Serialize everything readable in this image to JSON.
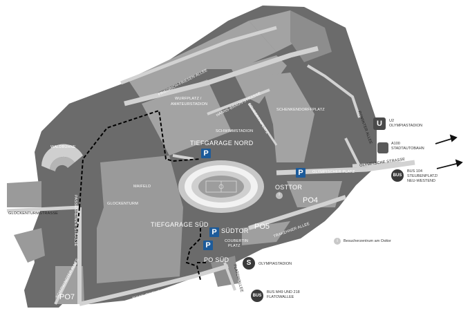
{
  "labels": {
    "friedrich_friesen": "FRIEDRICH-FRIESEN-ALLEE",
    "wurfplatz": "WURFPLATZ /",
    "amateurstadion": "AMATEURSTADION",
    "hanns_braun": "HANNS-BRAUN-STRASSE",
    "coubertin": "COUBERTINPLATZ",
    "schenkendorf": "SCHENKENDORFFPLATZ",
    "schwimmstadion": "SCHWIMMSTADION",
    "waldbuehne": "WALDBÜHNE",
    "maifeld": "MAIFELD",
    "glockenturm": "GLOCKENTURM",
    "glockenturmstrasse": "GLOCKENTURMSTRASSE",
    "passenheimer": "PASSENHEIMER STRASSE",
    "schirwindter": "SCHIRWINDTER ALLEE",
    "jesse_owens": "JESSE-OWENS-ALLEE",
    "flatowallee": "FLATOWALLEE",
    "trakehner": "TRAKEHNER ALLEE",
    "rominter": "ROMINTER ALLEE",
    "olympische_strasse": "OLYMPISCHE STRASSE",
    "olympischer_platz": "OLYMPISCHER PLATZ",
    "coubertin_platz_1": "COUBERTIN",
    "coubertin_platz_2": "PLATZ"
  },
  "places": {
    "tiefgarage_nord": "TIEFGARAGE NORD",
    "tiefgarage_sued": "TIEFGARAGE SÜD",
    "osttor": "OSTTOR",
    "suedtor": "SÜDTOR",
    "po_sued": "PO SÜD",
    "po4": "PO4",
    "po5": "PO5",
    "po7": "PO7"
  },
  "parking_symbol": "P",
  "info_symbol": "i",
  "legend": {
    "u2_symbol": "U",
    "u2_line": "U2",
    "u2_station": "OLYMPIASTADION",
    "a100_code": "A100",
    "a100_text": "STADTAUTOBAHN",
    "bus104_symbol": "BUS",
    "bus104_line": "BUS 104",
    "bus104_dest1": "STEUBENPLATZ/",
    "bus104_dest2": "NEU-WESTEND",
    "sbahn_symbol": "S",
    "sbahn_station": "OLYMPIASTADION",
    "busm49_symbol": "BUS",
    "busm49_line": "BUS M49 UND 218",
    "busm49_stop": "FLATOWALLEE",
    "info_text": "Besucherzentrum am Osttor"
  },
  "colors": {
    "terrain": "#6b6b6b",
    "blocks": "#a3a3a3",
    "roads": "#d2d2d2",
    "parking_blue": "#1d5b9a"
  }
}
